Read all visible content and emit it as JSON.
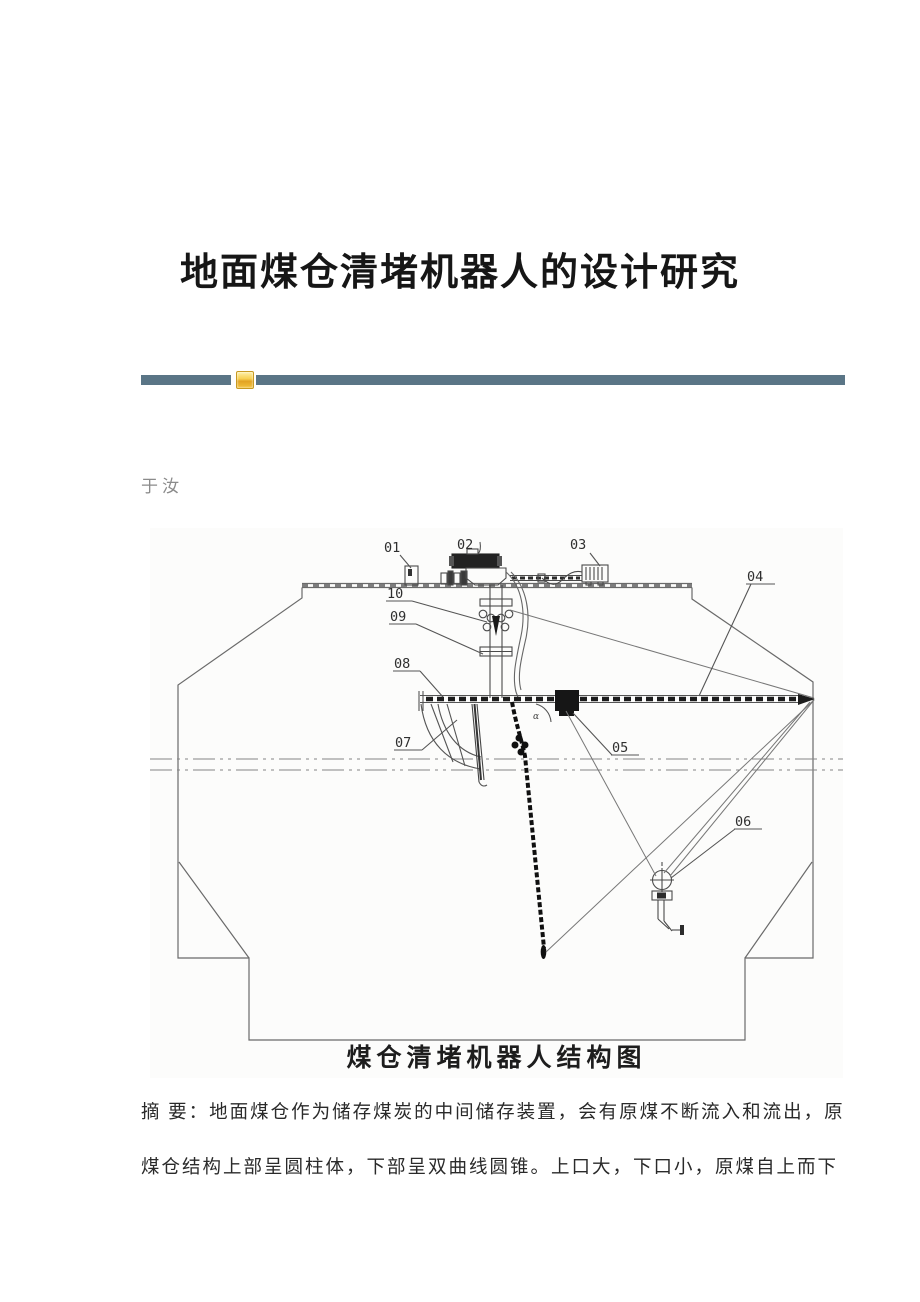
{
  "document": {
    "title": "地面煤仓清堵机器人的设计研究",
    "author": "于汝",
    "divider": {
      "bar_color": "#5a7586",
      "icon": "gold-button-icon",
      "icon_color": "#f3c33c"
    },
    "figure": {
      "caption": "煤仓清堵机器人结构图",
      "alpha": "α",
      "labels": {
        "n01": "01",
        "n02": "02",
        "n03": "03",
        "n04": "04",
        "n05": "05",
        "n06": "06",
        "n07": "07",
        "n08": "08",
        "n09": "09",
        "n10": "10"
      }
    },
    "abstract": {
      "lines": [
        "摘 要：地面煤仓作为储存煤炭的中间储存装置，会有原煤不断流入和流出，原",
        "煤仓结构上部呈圆柱体，下部呈双曲线圆锥。上口大，下口小，原煤自上而下"
      ]
    }
  }
}
